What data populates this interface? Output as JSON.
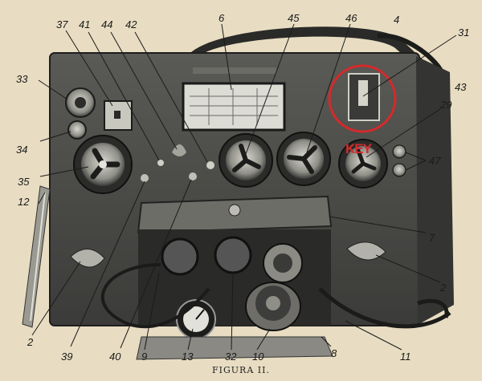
{
  "caption": "FIGURA II.",
  "annotation": {
    "text": "KEY",
    "color": "#d42a2a"
  },
  "callouts": [
    {
      "id": "c37",
      "text": "37"
    },
    {
      "id": "c41",
      "text": "41"
    },
    {
      "id": "c44",
      "text": "44"
    },
    {
      "id": "c42",
      "text": "42"
    },
    {
      "id": "c6",
      "text": "6"
    },
    {
      "id": "c45",
      "text": "45"
    },
    {
      "id": "c46",
      "text": "46"
    },
    {
      "id": "c4",
      "text": "4"
    },
    {
      "id": "c31",
      "text": "31"
    },
    {
      "id": "c43",
      "text": "43"
    },
    {
      "id": "c33",
      "text": "33"
    },
    {
      "id": "c29",
      "text": "29"
    },
    {
      "id": "c34",
      "text": "34"
    },
    {
      "id": "c47",
      "text": "47"
    },
    {
      "id": "c35",
      "text": "35"
    },
    {
      "id": "c12",
      "text": "12"
    },
    {
      "id": "c7",
      "text": "7"
    },
    {
      "id": "c2r",
      "text": "2"
    },
    {
      "id": "c2l",
      "text": "2"
    },
    {
      "id": "c39",
      "text": "39"
    },
    {
      "id": "c40",
      "text": "40"
    },
    {
      "id": "c9",
      "text": "9"
    },
    {
      "id": "c13",
      "text": "13"
    },
    {
      "id": "c32",
      "text": "32"
    },
    {
      "id": "c10",
      "text": "10"
    },
    {
      "id": "c8",
      "text": "8"
    },
    {
      "id": "c11",
      "text": "11"
    }
  ],
  "colors": {
    "paper": "#e8ddc2",
    "panel": "#4a4a47",
    "panel_dark": "#2c2c2a",
    "metal": "#9a9a92",
    "metal_light": "#c9c8bf",
    "highlight_circle": "#d42a2a"
  }
}
